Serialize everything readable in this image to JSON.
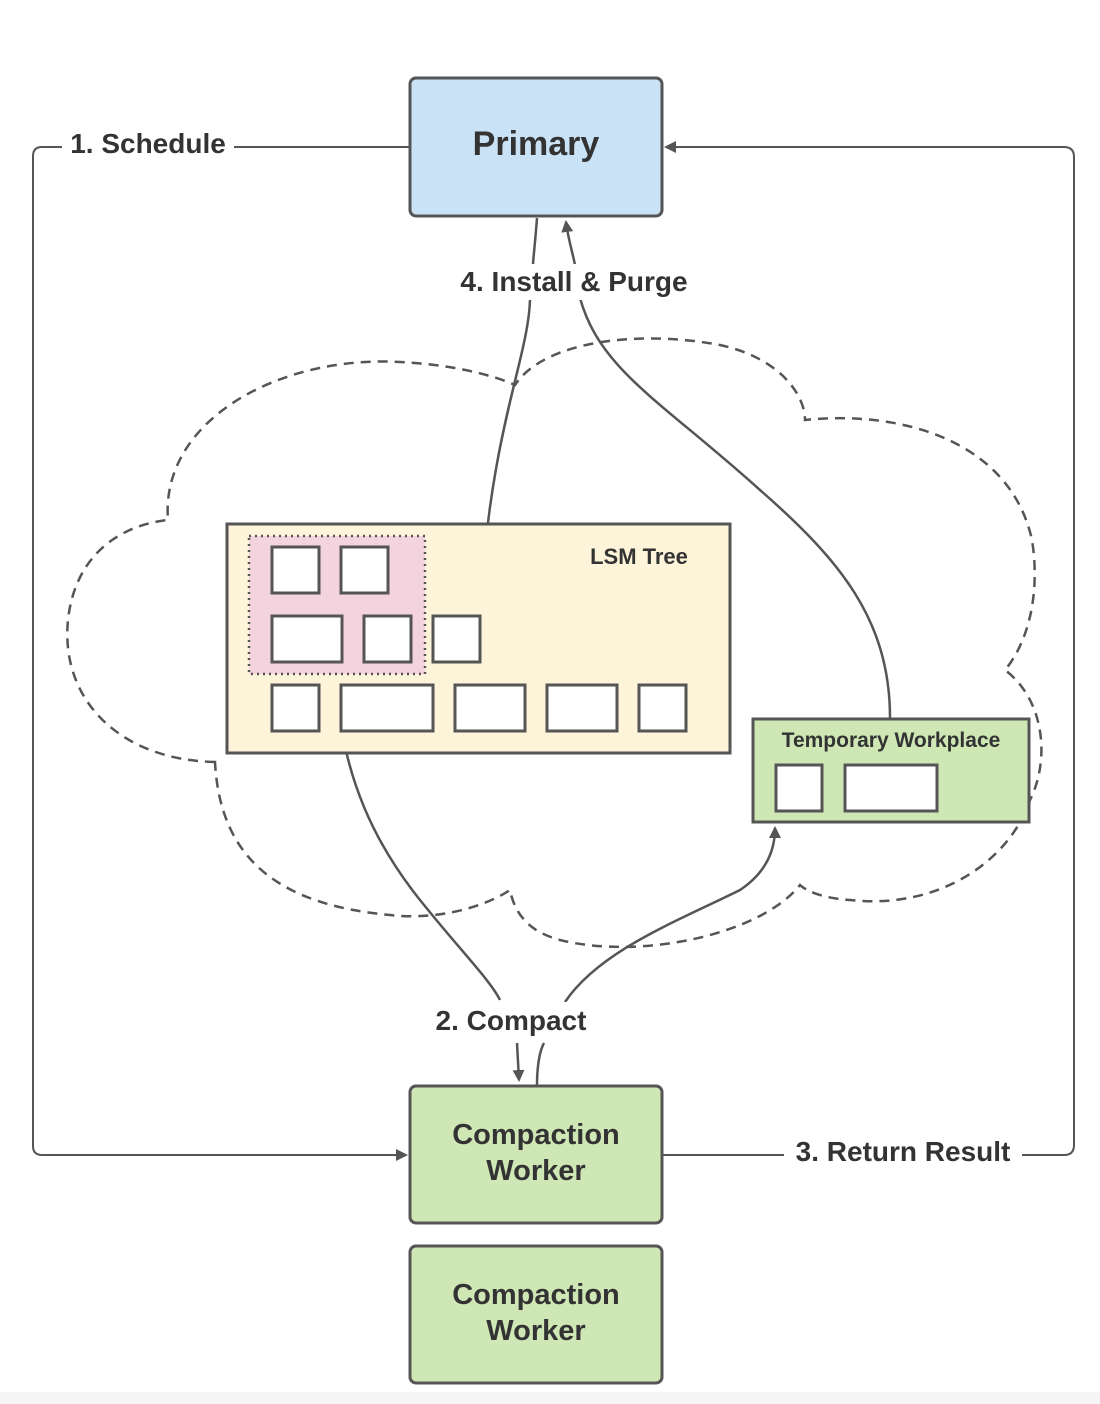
{
  "nodes": {
    "primary": {
      "label": "Primary",
      "fill": "#c9e2f5"
    },
    "compaction_worker_1": {
      "label_line1": "Compaction",
      "label_line2": "Worker",
      "fill": "#cfe6b5"
    },
    "compaction_worker_2": {
      "label_line1": "Compaction",
      "label_line2": "Worker",
      "fill": "#cfe6b5"
    },
    "lsm_tree": {
      "label": "LSM Tree",
      "fill": "#fdf4d9",
      "selection_fill": "#f3d3de"
    },
    "temporary_workplace": {
      "label": "Temporary Workplace",
      "fill": "#cfe6b5"
    }
  },
  "edges": {
    "schedule": {
      "label": "1. Schedule"
    },
    "compact": {
      "label": "2. Compact"
    },
    "return_result": {
      "label": "3. Return Result"
    },
    "install_purge": {
      "label": "4. Install & Purge"
    }
  },
  "colors": {
    "stroke": "#555555",
    "text": "#333333"
  }
}
